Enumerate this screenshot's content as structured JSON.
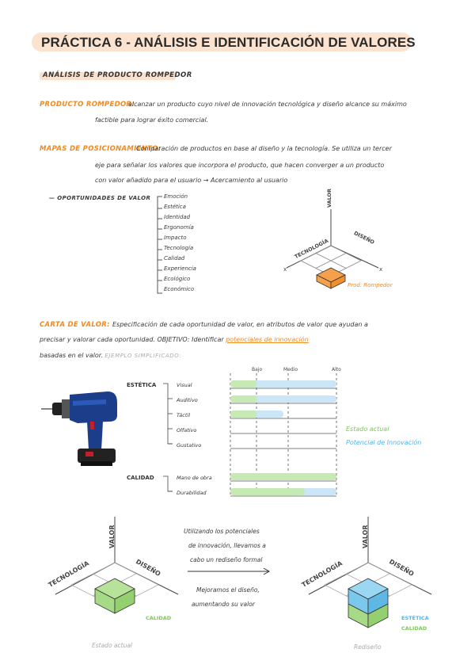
{
  "title": "PRÁCTICA 6 - ANÁLISIS E IDENTIFICACIÓN DE VALORES",
  "subtitle": "ANÁLISIS DE PRODUCTO ROMPEDOR",
  "producto": {
    "label": "PRODUCTO ROMPEDOR:",
    "line1": "alcanzar un producto cuyo nivel de innovación tecnológica y diseño alcance su máximo",
    "line2": "factible para lograr éxito comercial."
  },
  "mapas": {
    "label": "MAPAS DE POSICIONAMIENTO:",
    "line1": "Comparación de productos en base al diseño y la tecnología. Se utiliza un tercer",
    "line2": "eje para señalar los valores que incorpora el producto, que hacen converger a un producto",
    "line3": "con valor añadido para el usuario → Acercamiento al usuario"
  },
  "oportunidades": {
    "label": "— OPORTUNIDADES DE VALOR",
    "items": [
      "Emoción",
      "Estética",
      "Identidad",
      "Ergonomía",
      "Impacto",
      "Tecnología",
      "Calidad",
      "Experiencia",
      "Ecológico",
      "Económico"
    ]
  },
  "small_cube": {
    "valor": "VALOR",
    "tecnologia": "TECNOLOGÍA",
    "diseno": "DISEÑO",
    "x": "x",
    "prod": "Prod. Rompedor"
  },
  "carta": {
    "label": "CARTA DE VALOR:",
    "line1": "Especificación de cada oportunidad de valor, en atributos de valor que ayudan a",
    "line2a": "precisar y valorar cada oportunidad. OBJETIVO: Identificar",
    "line2b": "potenciales de innovación",
    "line3a": "basadas en el valor.",
    "line3b": "EJEMPLO SIMPLIFICADO:"
  },
  "chart_data": {
    "type": "bar",
    "scale": [
      "Bajo",
      "Medio",
      "Alto"
    ],
    "groups": [
      {
        "name": "ESTÉTICA",
        "rows": [
          {
            "label": "Visual",
            "actual": 0.25,
            "potencial": 1.0
          },
          {
            "label": "Auditivo",
            "actual": 0.25,
            "potencial": 1.0
          },
          {
            "label": "Táctil",
            "actual": 0.25,
            "potencial": 0.5
          },
          {
            "label": "Olfativo",
            "actual": 0,
            "potencial": 0
          },
          {
            "label": "Gustativo",
            "actual": 0,
            "potencial": 0
          }
        ]
      },
      {
        "name": "CALIDAD",
        "rows": [
          {
            "label": "Mano de obra",
            "actual": 1.0,
            "potencial": 1.0
          },
          {
            "label": "Durabilidad",
            "actual": 0.7,
            "potencial": 1.0
          }
        ]
      }
    ],
    "legend": {
      "actual": "Estado actual",
      "potencial": "Potencial de Innovación"
    },
    "colors": {
      "actual": "#c7e9b4",
      "potencial": "#cde6f7"
    }
  },
  "bottom": {
    "left_valor": "VALOR",
    "left_tec": "TECNOLOGÍA",
    "left_dis": "DISEÑO",
    "left_calidad": "CALIDAD",
    "left_caption": "Estado actual",
    "mid1": "Utilizando los potenciales",
    "mid2": "de innovación, llevamos a",
    "mid3": "cabo un rediseño formal",
    "mid4": "Mejoramos el diseño,",
    "mid5": "aumentando su valor",
    "right_valor": "VALOR",
    "right_tec": "TECNOLOGÍA",
    "right_dis": "DISEÑO",
    "right_estetica": "ESTÉTICA",
    "right_calidad": "CALIDAD",
    "right_caption": "Rediseño"
  }
}
